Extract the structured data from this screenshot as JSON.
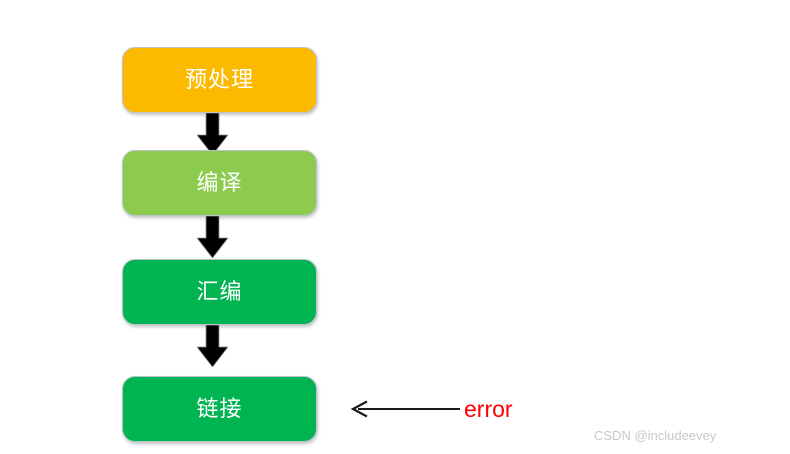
{
  "diagram": {
    "type": "flowchart",
    "orientation": "vertical",
    "background_color": "#ffffff",
    "nodes": [
      {
        "id": "preprocess",
        "label": "预处理",
        "fill": "#fbba00",
        "text_color": "#ffffff"
      },
      {
        "id": "compile",
        "label": "编译",
        "fill": "#8ccb4e",
        "text_color": "#ffffff"
      },
      {
        "id": "assemble",
        "label": "汇编",
        "fill": "#00b451",
        "text_color": "#ffffff"
      },
      {
        "id": "link",
        "label": "链接",
        "fill": "#00b451",
        "text_color": "#ffffff"
      }
    ],
    "connectors": [
      {
        "id": "preprocess-to-compile",
        "style": "block-arrow",
        "direction": "down",
        "color": "#000000"
      },
      {
        "id": "compile-to-assemble",
        "style": "block-arrow",
        "direction": "down",
        "color": "#000000"
      },
      {
        "id": "assemble-to-link",
        "style": "block-arrow",
        "direction": "down",
        "color": "#000000"
      }
    ],
    "annotation": {
      "label": "error",
      "color": "#ff0000",
      "arrow_direction": "left",
      "arrow_color": "#000000",
      "points_to": "link"
    }
  },
  "watermark": {
    "text": "CSDN @includeevey",
    "color": "#c8c8c8"
  }
}
